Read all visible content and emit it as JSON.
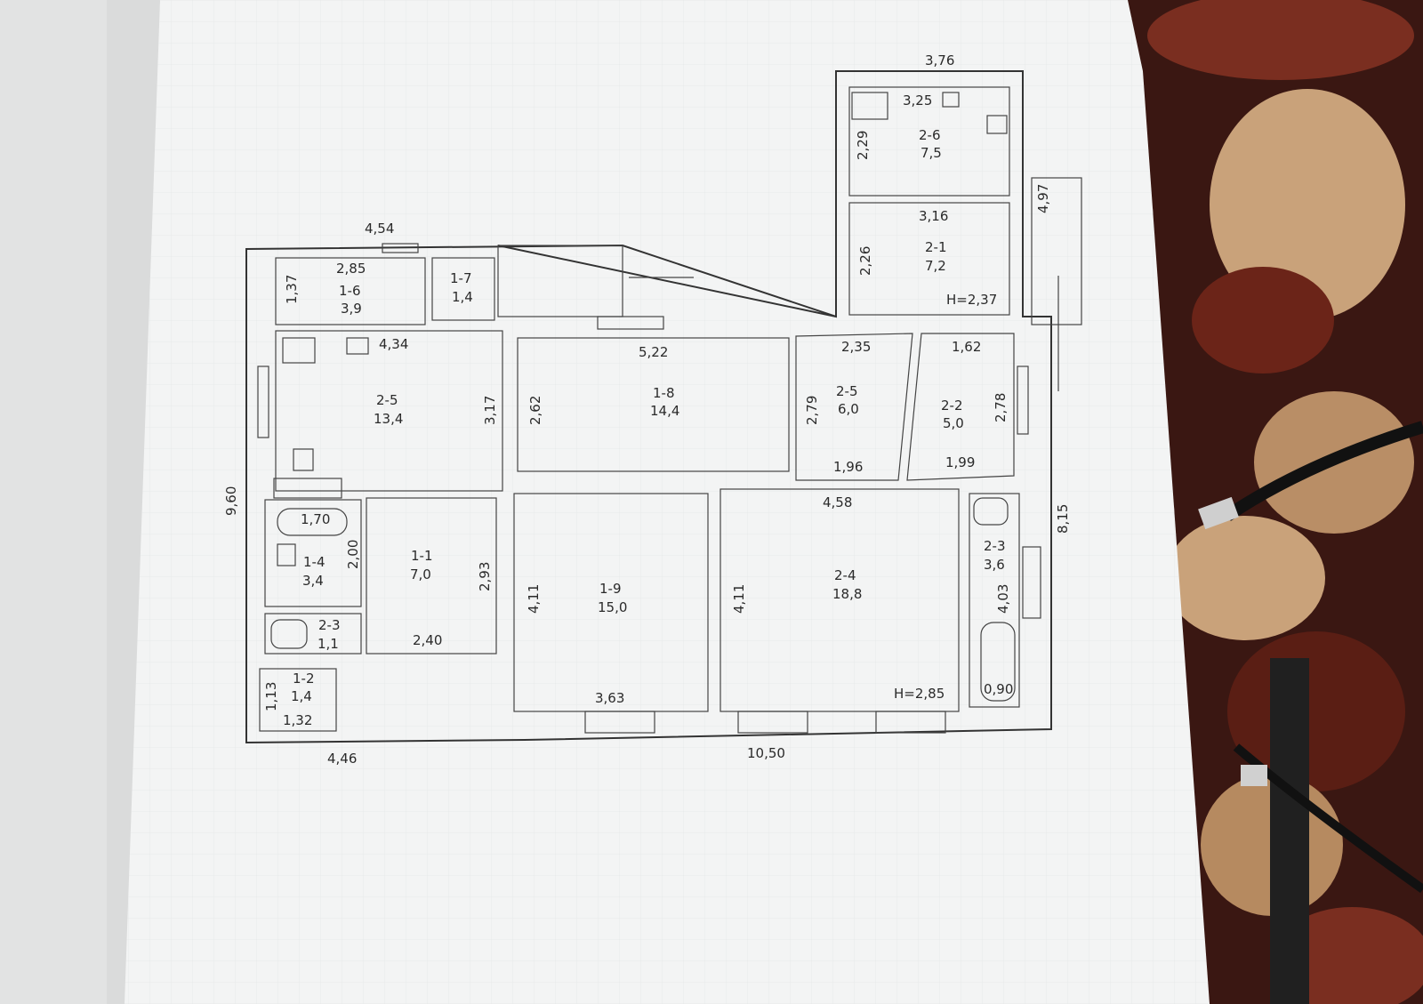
{
  "colors": {
    "paper": "#f3f4f4",
    "line": "#333333",
    "carpet_dark": "#3a1712",
    "carpet_light": "#c9a27a"
  },
  "plan": {
    "overall": {
      "top_right_width": "3,76",
      "top_left_width": "4,54",
      "left_height": "9,60",
      "right_height": "8,15",
      "bottom_left": "4,46",
      "bottom_total": "10,50",
      "porch": "4,97"
    },
    "ceiling_heights": {
      "annex": "H=2,37",
      "main": "H=2,85"
    },
    "rooms": [
      {
        "code": "2-6",
        "area": "7,5"
      },
      {
        "code": "2-1",
        "area": "7,2"
      },
      {
        "code": "1-6",
        "area": "3,9"
      },
      {
        "code": "1-7",
        "area": "1,4"
      },
      {
        "code": "2-5",
        "area": "13,4"
      },
      {
        "code": "1-8",
        "area": "14,4"
      },
      {
        "code": "2-5",
        "area": "6,0"
      },
      {
        "code": "2-2",
        "area": "5,0"
      },
      {
        "code": "1-4",
        "area": "3,4"
      },
      {
        "code": "1-1",
        "area": "7,0"
      },
      {
        "code": "1-9",
        "area": "15,0"
      },
      {
        "code": "2-4",
        "area": "18,8"
      },
      {
        "code": "2-3",
        "area": "3,6"
      },
      {
        "code": "2-3",
        "area": "1,1"
      },
      {
        "code": "1-2",
        "area": "1,4"
      }
    ],
    "dims": [
      "3,25",
      "2,29",
      "3,16",
      "2,26",
      "2,85",
      "1,37",
      "4,34",
      "3,17",
      "5,22",
      "2,62",
      "2,35",
      "2,79",
      "1,96",
      "1,62",
      "2,78",
      "1,99",
      "4,58",
      "1,70",
      "2,00",
      "2,93",
      "4,11",
      "4,11",
      "4,03",
      "2,40",
      "1,13",
      "1,32",
      "3,63",
      "0,90"
    ]
  }
}
